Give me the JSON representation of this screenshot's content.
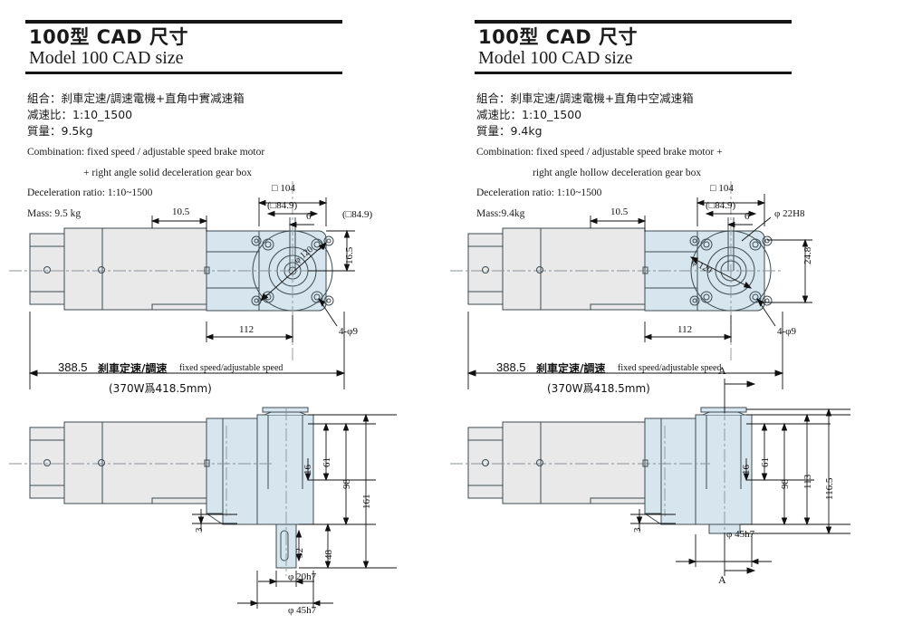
{
  "page": {
    "background": "#ffffff",
    "body_fill": "#e9e9ea",
    "gear_fill": "#d7e5ee",
    "line_color": "#3c4a52",
    "dim_color": "#111111"
  },
  "panels": [
    {
      "id": "left",
      "header": {
        "title_cn": "100型  CAD 尺寸",
        "title_en": "Model 100  CAD size"
      },
      "spec": {
        "cn_lines": [
          "組合：刹車定速/調速電機+直角中實减速箱",
          "减速比：1:10_1500",
          "質量：9.5kg"
        ],
        "en_lines": [
          "Combination: fixed speed / adjustable speed brake motor",
          "+ right angle solid deceleration gear box",
          "Deceleration ratio: 1:10~1500",
          "Mass: 9.5 kg"
        ]
      },
      "top_view": {
        "dims": {
          "square_104": "□ 104",
          "square_849_inner": "(□84.9)",
          "square_849_outer": "(□84.9)",
          "six": "6",
          "ten_five": "10.5",
          "sixteen_five": "16.5",
          "one_twelve": "112",
          "phi_120": "φ 120",
          "four_phi_9": "4-φ9"
        },
        "overall": {
          "value": "388.5",
          "note_cn": "刹車定速/調速",
          "note_en": "fixed speed/adjustable speed",
          "bracket": "(370W爲418.5mm)"
        }
      },
      "side_view": {
        "dims": {
          "three": "3",
          "sixteen": "16",
          "thirtytwo": "32",
          "fortyeight": "48",
          "sixtyone": "61",
          "ninetyeight": "98",
          "onesixtyone": "161",
          "phi_20h7": "φ 20h7",
          "phi_45h7": "φ 45h7"
        }
      }
    },
    {
      "id": "right",
      "header": {
        "title_cn": "100型  CAD 尺寸",
        "title_en": "Model 100  CAD size"
      },
      "spec": {
        "cn_lines": [
          "組合：刹車定速/調速電機+直角中空减速箱",
          "减速比：1:10_1500",
          "質量：9.4kg"
        ],
        "en_lines": [
          "Combination: fixed speed / adjustable speed brake motor +",
          "right angle hollow deceleration gear box",
          "Deceleration ratio: 1:10~1500",
          "Mass:9.4kg"
        ]
      },
      "top_view": {
        "dims": {
          "square_104": "□ 104",
          "square_849_inner": "(□84.9)",
          "six": "6",
          "ten_five": "10.5",
          "phi_22H8": "φ 22H8",
          "twentyfour_eight": "24.8",
          "one_twelve": "112",
          "phi_120": "φ 120",
          "four_phi_9": "4-φ9"
        },
        "overall": {
          "value": "388.5",
          "note_cn": "刹車定速/調速",
          "note_en": "fixed speed/adjustable speed",
          "bracket": "(370W爲418.5mm)"
        }
      },
      "side_view": {
        "section_mark_top": "A",
        "section_mark_bottom": "A",
        "dims": {
          "three": "3",
          "sixteen": "16",
          "sixtyone": "61",
          "ninetyeight": "98",
          "onethirteen": "113",
          "one_sixteen_five": "116.5",
          "phi_45h7": "φ 45h7"
        }
      }
    }
  ]
}
